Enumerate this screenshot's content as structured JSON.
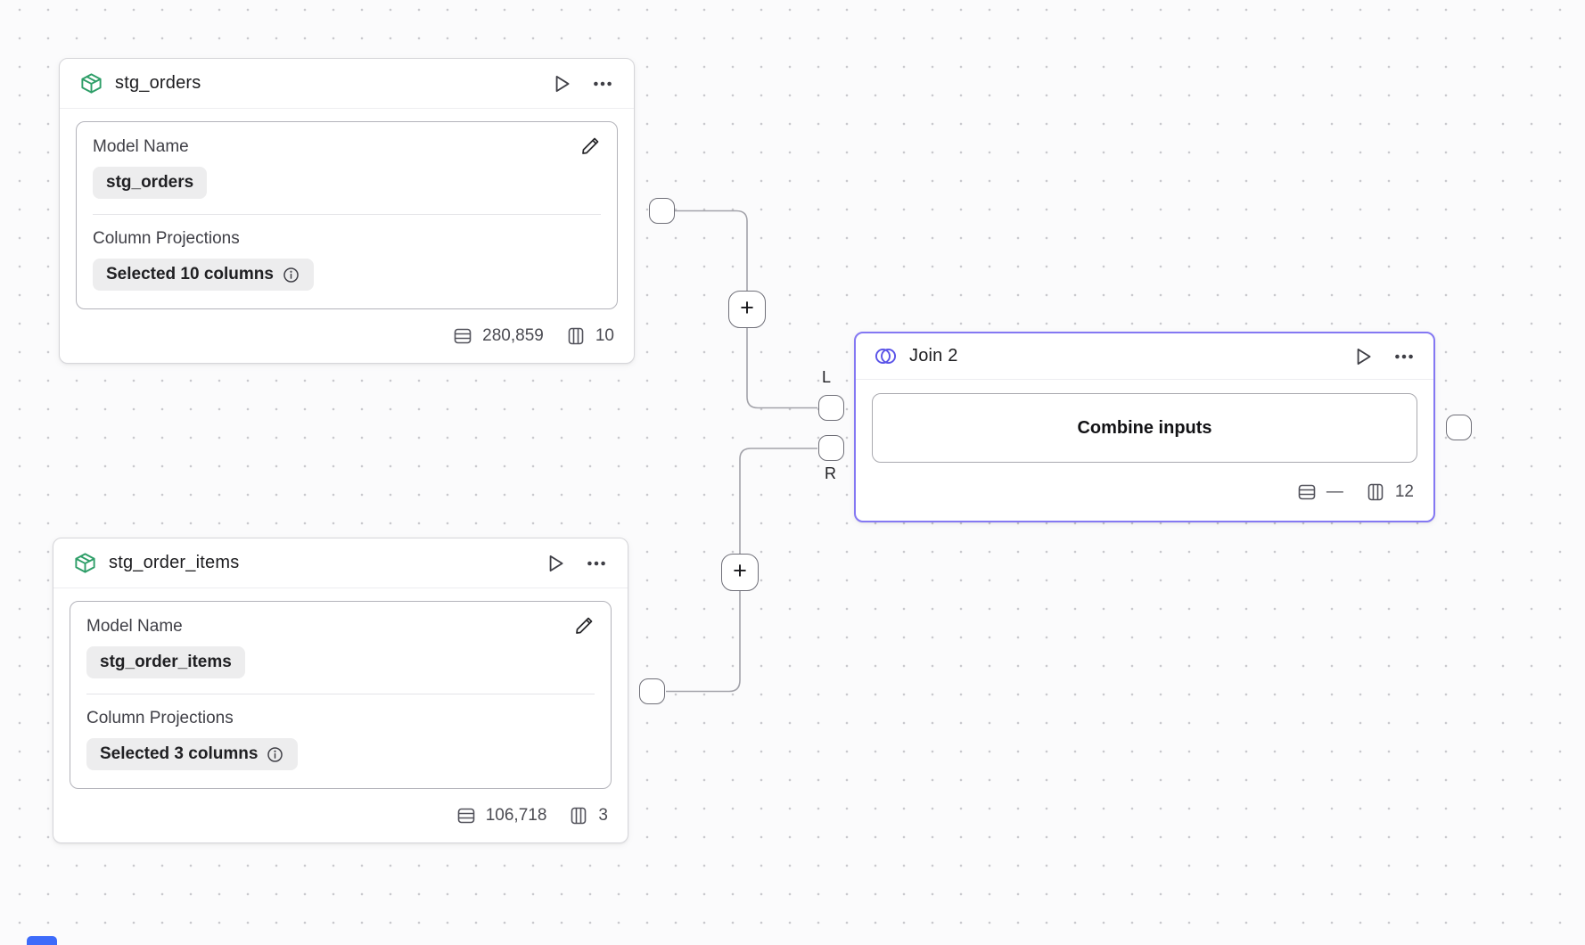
{
  "canvas": {
    "background": "#fbfbfc",
    "dot_color": "#c9c9ce"
  },
  "colors": {
    "node_border": "#d6d6da",
    "join_selection_border": "#8478f3",
    "join_icon_accent": "#5b54e8",
    "model_icon_green": "#2e9e68",
    "edge": "#a3a3aa",
    "badge_background": "#ededee",
    "blue_indicator": "#3d6bfa"
  },
  "icons": {
    "model_type": "cube-icon",
    "join_type": "venn-circles-icon",
    "run": "play-icon",
    "menu": "ellipsis-icon",
    "edit": "pencil-icon",
    "info": "info-circle-icon",
    "row_count": "table-rows-icon",
    "column_count": "table-columns-icon"
  },
  "nodes": {
    "stg_orders": {
      "title": "stg_orders",
      "model_name_label": "Model Name",
      "model_name_value": "stg_orders",
      "projections_label": "Column Projections",
      "projections_value": "Selected 10 columns",
      "row_count": "280,859",
      "column_count": "10"
    },
    "stg_order_items": {
      "title": "stg_order_items",
      "model_name_label": "Model Name",
      "model_name_value": "stg_order_items",
      "projections_label": "Column Projections",
      "projections_value": "Selected 3 columns",
      "row_count": "106,718",
      "column_count": "3"
    },
    "join": {
      "title": "Join 2",
      "combine_button_label": "Combine inputs",
      "row_count": "—",
      "column_count": "12"
    }
  },
  "ports": {
    "left_input_label": "L",
    "right_input_label": "R"
  },
  "edge_add_button_label": "+"
}
